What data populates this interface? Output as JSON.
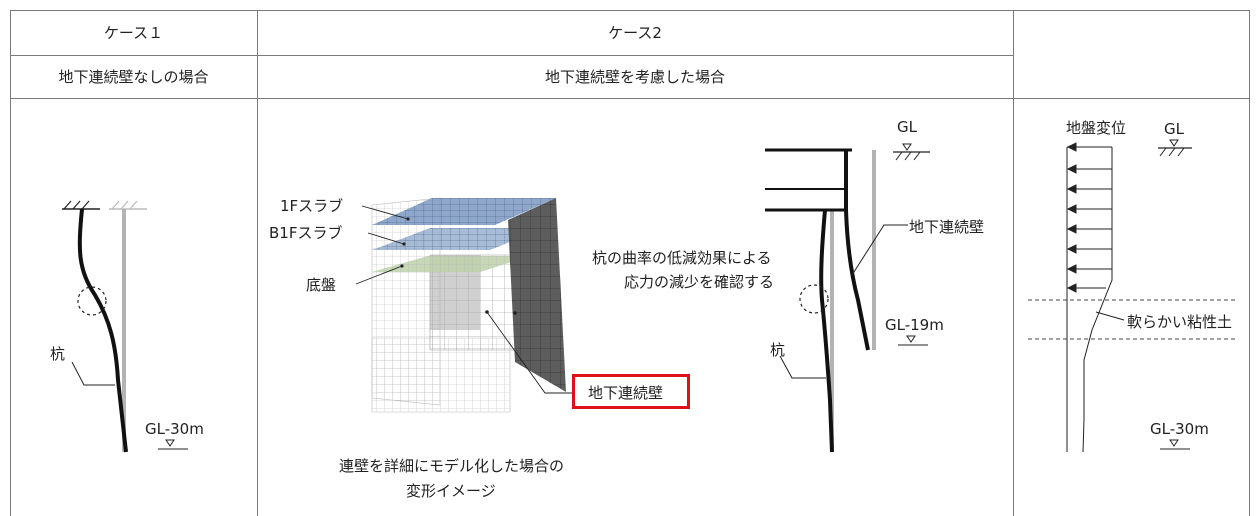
{
  "table": {
    "case1_header": "ケース１",
    "case2_header": "ケース2",
    "case1_sub": "地下連続壁なしの場合",
    "case2_sub": "地下連続壁を考慮した場合"
  },
  "case1": {
    "pile_label": "杭",
    "depth_label": "GL-30m"
  },
  "model3d": {
    "slab_1f": "1Fスラブ",
    "slab_b1f": "B1Fスラブ",
    "base_slab": "底盤",
    "wall_label": "地下連続壁",
    "caption_line1": "連壁を詳細にモデル化した場合の",
    "caption_line2": "変形イメージ",
    "highlight_color": "#e0101a",
    "slab_color": "#6f8fb8",
    "b1f_color": "#b9cfa6"
  },
  "case2": {
    "gl_label": "GL",
    "wall_label": "地下連続壁",
    "note_line1": "杭の曲率の低減効果による",
    "note_line2": "応力の減少を確認する",
    "wall_depth": "GL-19m",
    "pile_label": "杭"
  },
  "ground": {
    "title": "地盤変位",
    "gl_label": "GL",
    "soft_clay": "軟らかい粘性土",
    "depth_label": "GL-30m"
  }
}
